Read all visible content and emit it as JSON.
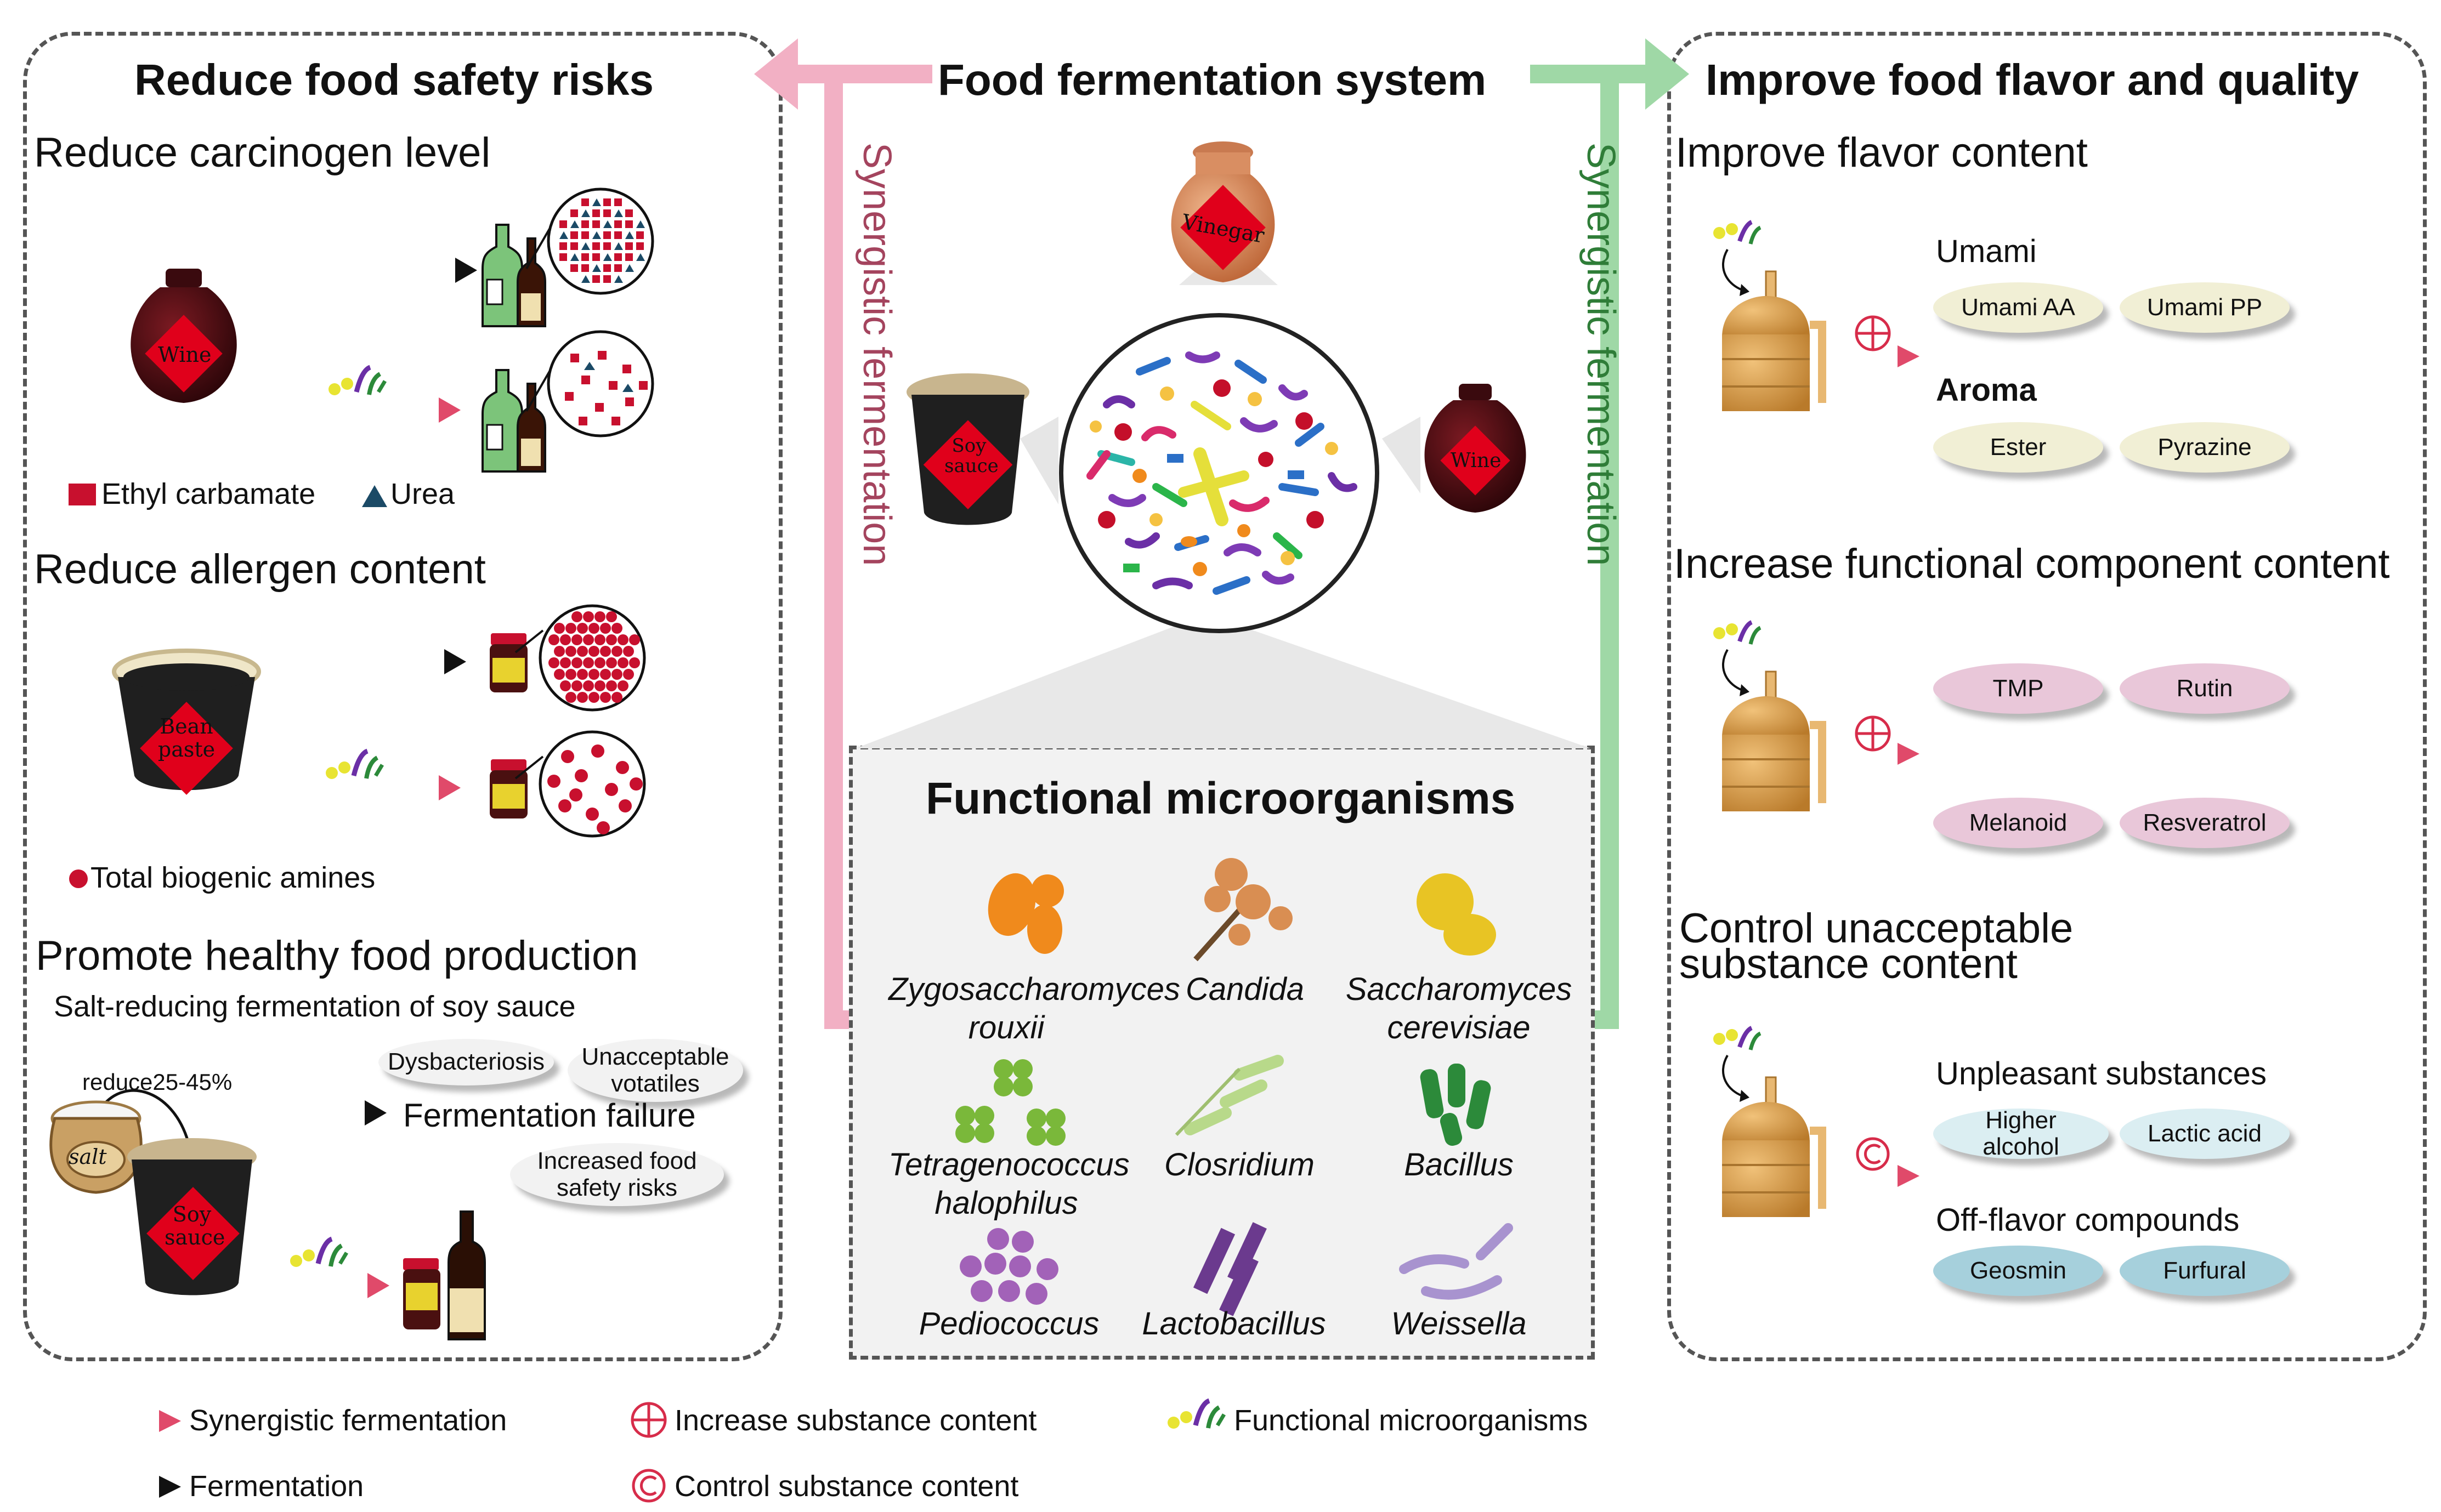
{
  "center": {
    "title": "Food fermentation system",
    "synergy_left": "Synergistic fermentation",
    "synergy_right": "Synergistic fermentation",
    "jar_vinegar": "Vinegar",
    "jar_soy": "Soy sauce",
    "jar_wine": "Wine"
  },
  "functional": {
    "title": "Functional microorganisms",
    "organisms": [
      "Zygosaccharomyces rouxii",
      "Candida",
      "Saccharomyces cerevisiae",
      "Tetragenococcus halophilus",
      "Closridium",
      "Bacillus",
      "Pediococcus",
      "Lactobacillus",
      "Weissella"
    ]
  },
  "left": {
    "title": "Reduce food safety risks",
    "carcinogen": {
      "heading": "Reduce carcinogen level",
      "jar": "Wine",
      "legend_ec": "Ethyl carbamate",
      "legend_urea": "Urea"
    },
    "allergen": {
      "heading": "Reduce allergen content",
      "jar": "Bean paste",
      "legend": "Total biogenic amines"
    },
    "healthy": {
      "heading": "Promote healthy food production",
      "sub": "Salt-reducing fermentation of soy sauce",
      "reduce": "reduce25-45%",
      "salt": "salt",
      "jar": "Soy sauce",
      "failure": "Fermentation failure",
      "pills": [
        "Dysbacteriosis",
        "Unacceptable votatiles",
        "Increased food safety risks"
      ]
    }
  },
  "right": {
    "title": "Improve food flavor and quality",
    "flavor": {
      "heading": "Improve flavor content",
      "umami": "Umami",
      "umami_pills": [
        "Umami AA",
        "Umami PP"
      ],
      "aroma": "Aroma",
      "aroma_pills": [
        "Ester",
        "Pyrazine"
      ]
    },
    "functional_component": {
      "heading": "Increase functional component content",
      "pills": [
        "TMP",
        "Rutin",
        "Melanoid",
        "Resveratrol"
      ]
    },
    "control": {
      "heading_line1": "Control unacceptable",
      "heading_line2": "substance content",
      "unpleasant": "Unpleasant substances",
      "unpleasant_pills": [
        "Higher alcohol",
        "Lactic acid"
      ],
      "offflavor": "Off-flavor compounds",
      "offflavor_pills": [
        "Geosmin",
        "Furfural"
      ]
    }
  },
  "legend": {
    "synergistic": "Synergistic fermentation",
    "fermentation": "Fermentation",
    "increase": "Increase substance content",
    "control": "Control substance content",
    "functional": "Functional microorganisms"
  },
  "colors": {
    "pink_arrow": "#f2b0c4",
    "green_arrow": "#9fd8a6",
    "synergy_red": "#e04a6a",
    "jar_red": "#e0001b",
    "umami_pill": "#f1efd5",
    "functional_pill": "#e9c7d9",
    "unpleasant_pill": "#dbeef2",
    "offflavor_pill": "#a6d0dc"
  }
}
